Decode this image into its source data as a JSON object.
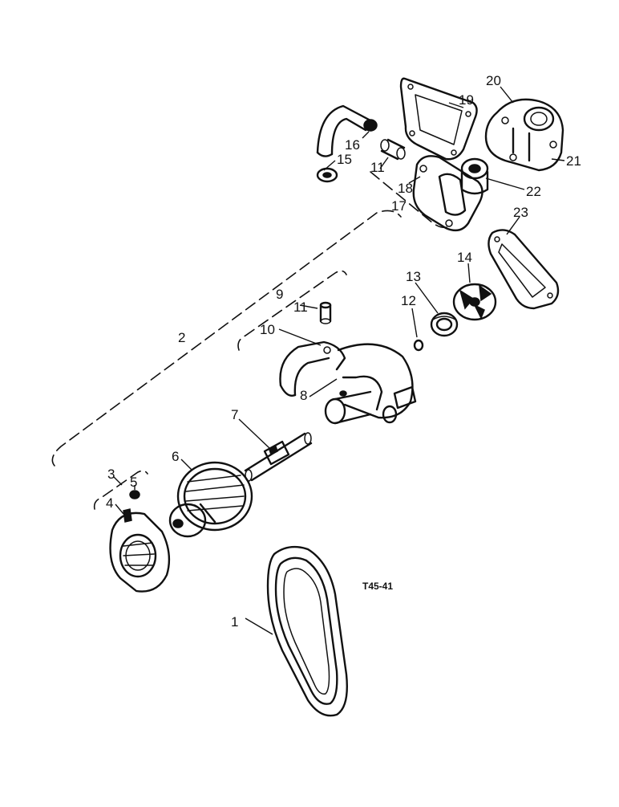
{
  "drawing_ref": "T45-41",
  "callouts": [
    "1",
    "2",
    "3",
    "4",
    "5",
    "6",
    "7",
    "8",
    "9",
    "10",
    "11",
    "12",
    "13",
    "14",
    "15",
    "16",
    "11",
    "17",
    "18",
    "19",
    "20",
    "21",
    "22",
    "23"
  ]
}
